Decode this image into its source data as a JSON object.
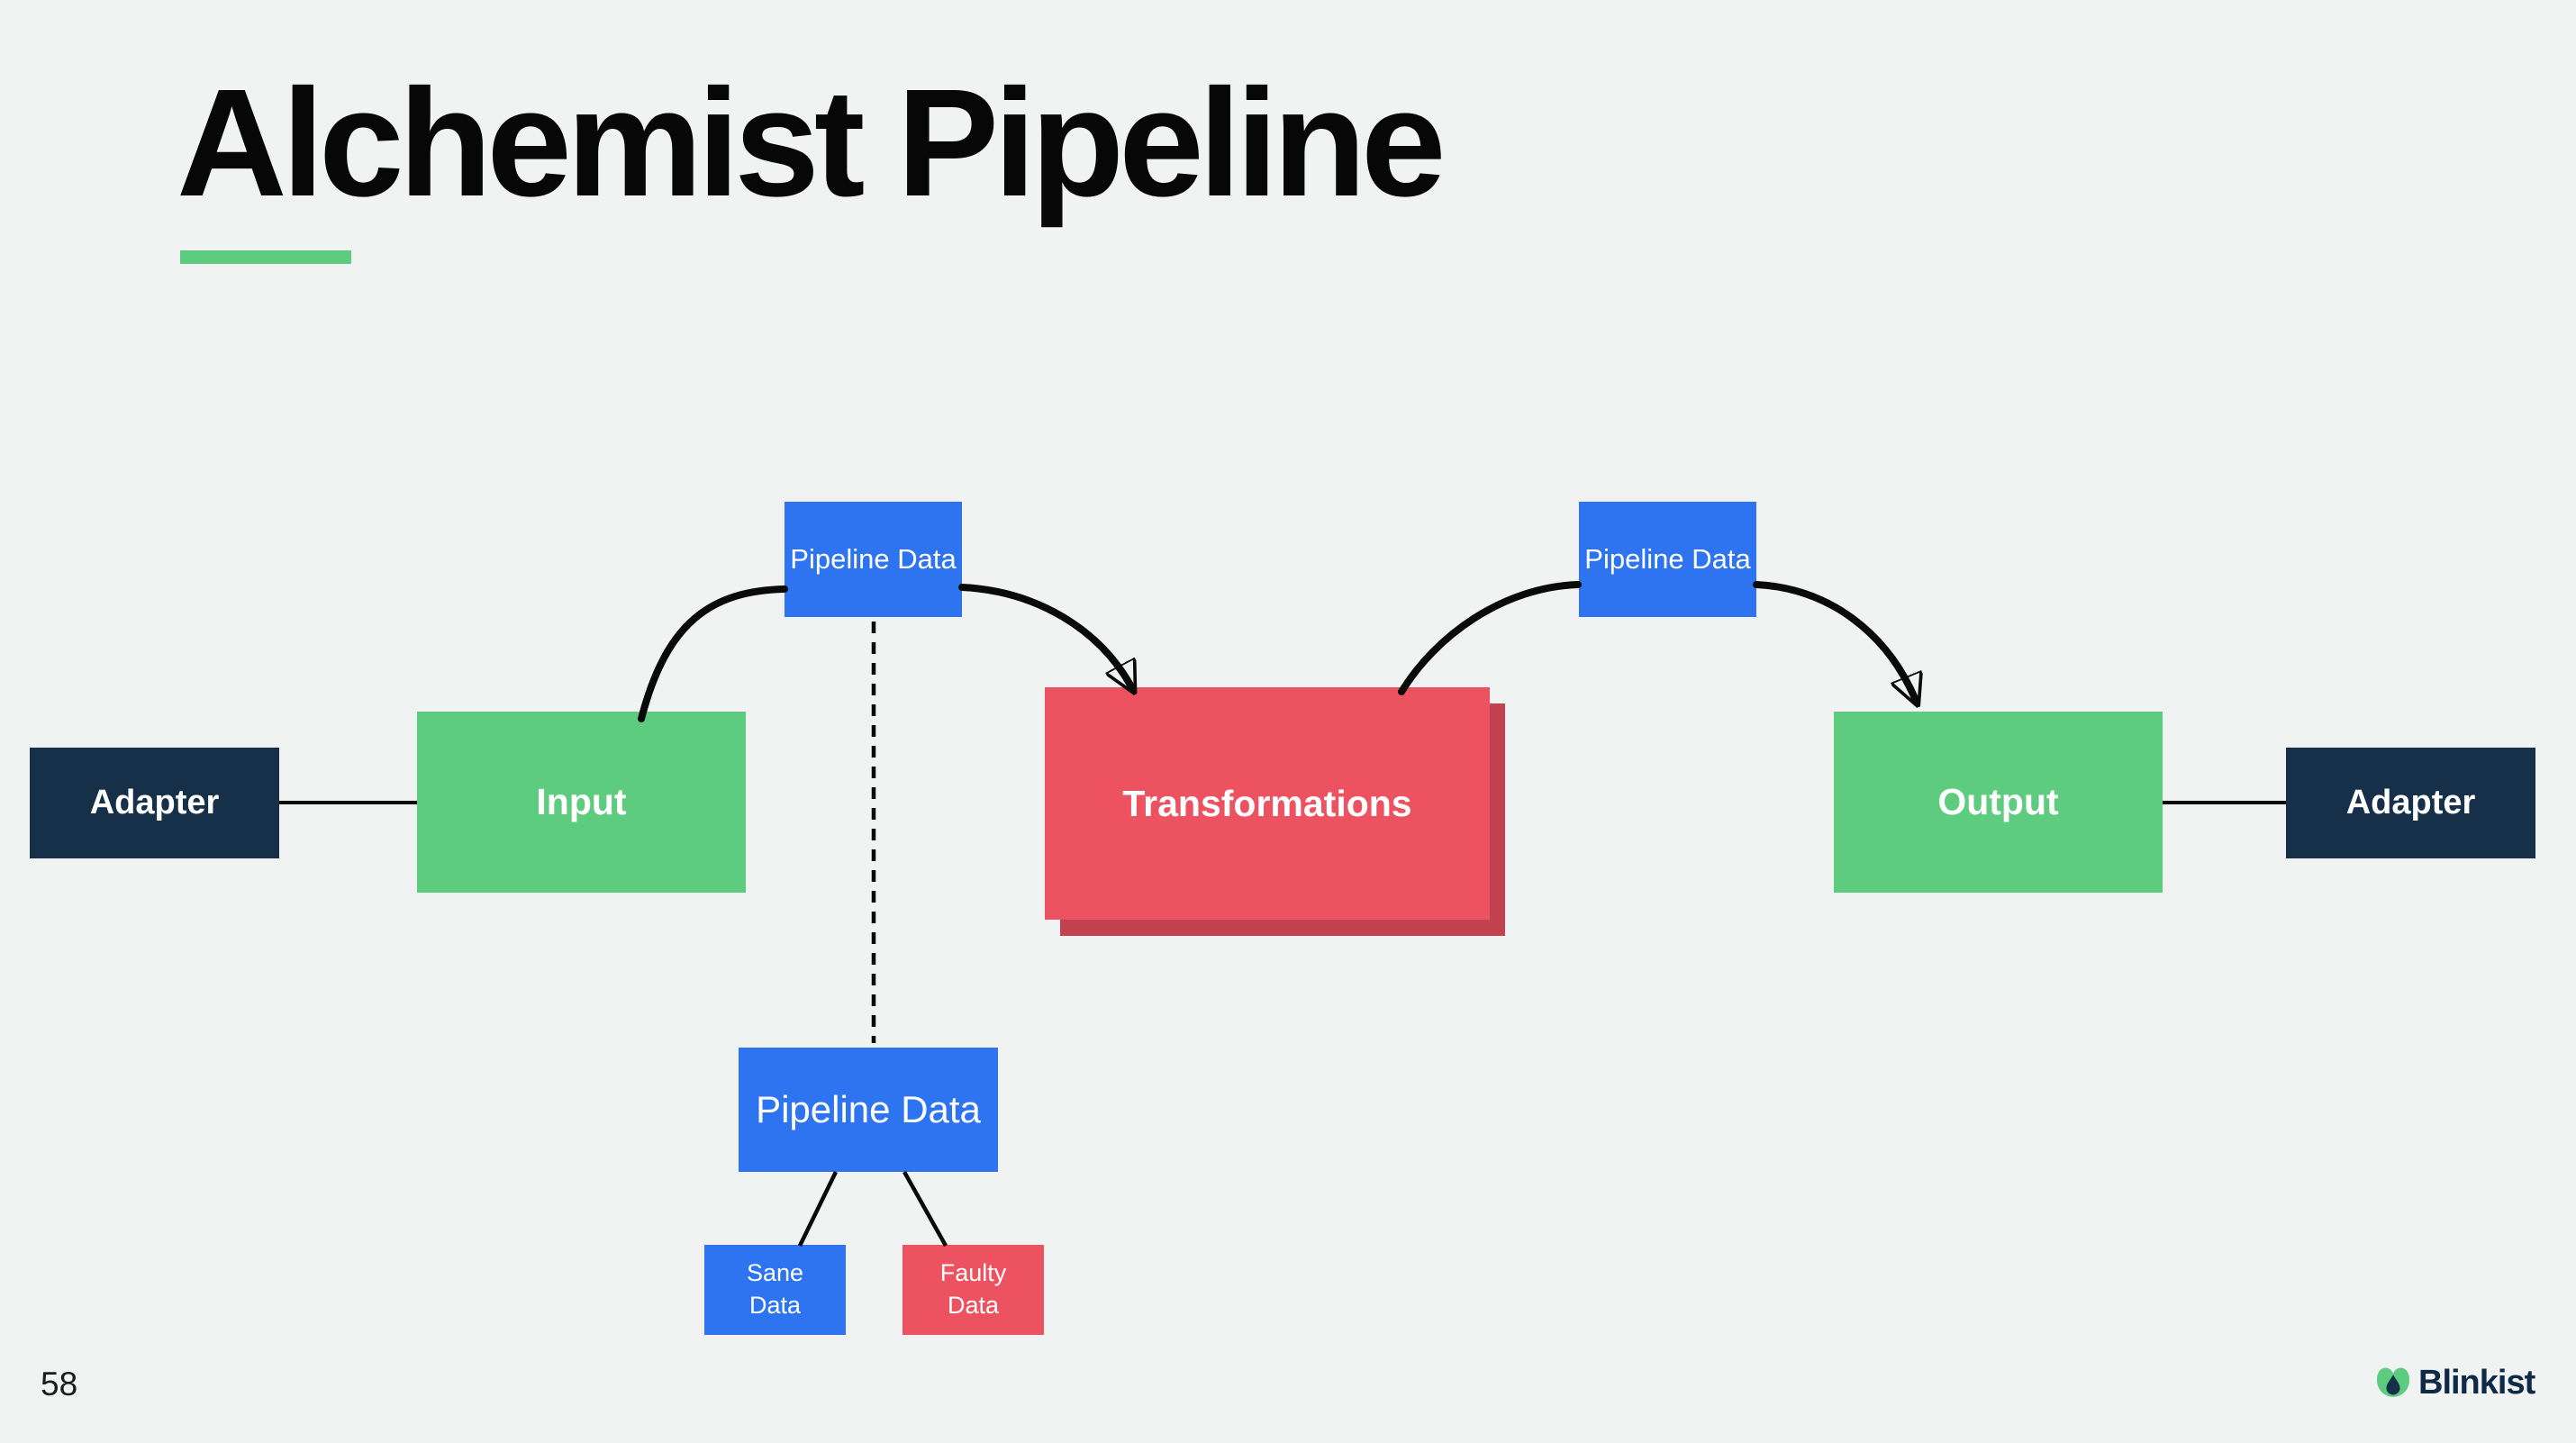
{
  "slide": {
    "title": "Alchemist Pipeline",
    "page_number": "58"
  },
  "footer": {
    "brand_name": "Blinkist",
    "brand_icon": "blinkist-blossom-icon"
  },
  "colors": {
    "background": "#F0F3F1",
    "accent_green": "#5DCC7F",
    "blue": "#2E74F1",
    "red": "#EC5260",
    "red_shadow": "#C2434F",
    "navy": "#16304A",
    "line_black": "#0A0A0A",
    "text_white": "#FFFFFF",
    "brand_navy": "#0E2A46"
  },
  "nodes": {
    "adapter_left": {
      "label": "Adapter"
    },
    "input": {
      "label": "Input"
    },
    "pipeline_data_top_left": {
      "label": "Pipeline Data"
    },
    "transformations": {
      "label": "Transformations"
    },
    "pipeline_data_top_right": {
      "label": "Pipeline Data"
    },
    "output": {
      "label": "Output"
    },
    "adapter_right": {
      "label": "Adapter"
    },
    "pipeline_data_bottom": {
      "label": "Pipeline Data"
    },
    "sane_data": {
      "line1": "Sane",
      "line2": "Data"
    },
    "faulty_data": {
      "line1": "Faulty",
      "line2": "Data"
    }
  }
}
